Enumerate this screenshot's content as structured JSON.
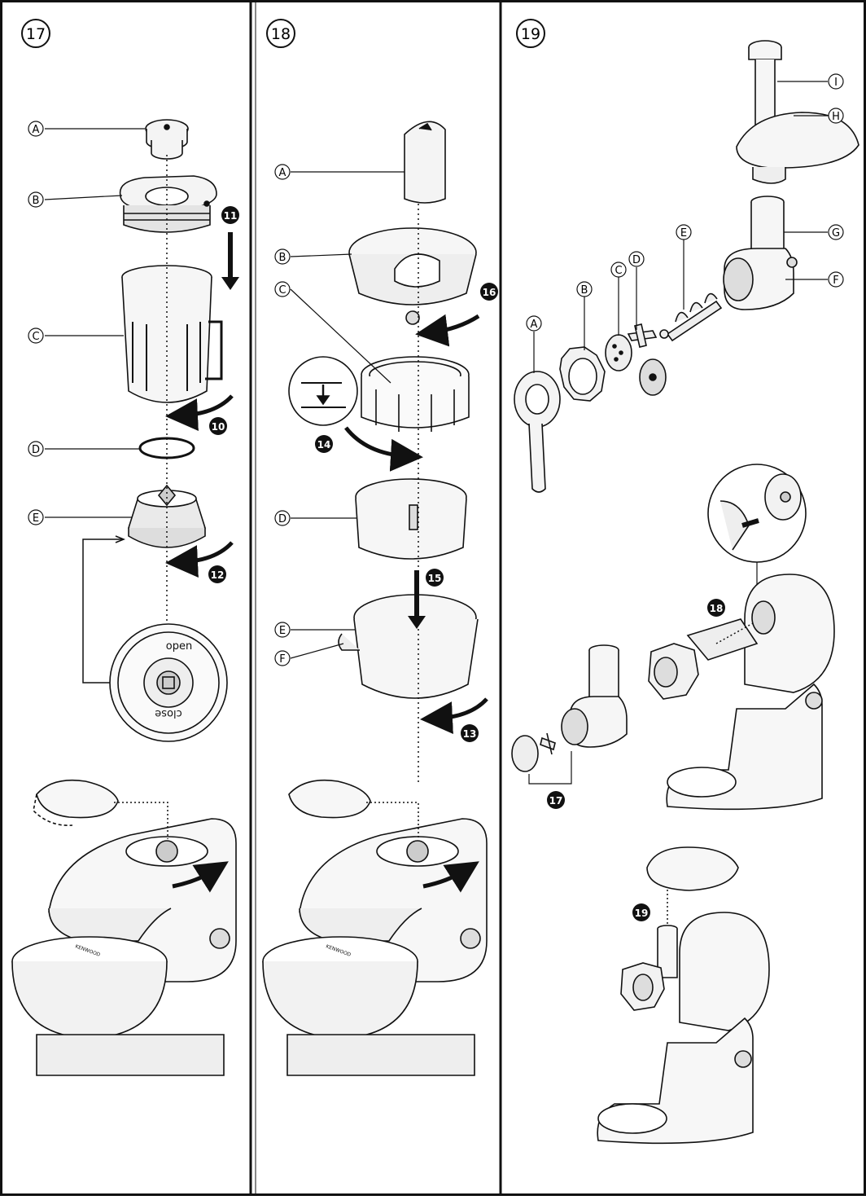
{
  "panels": [
    {
      "number": "17",
      "labels": [
        "A",
        "B",
        "C",
        "D",
        "E"
      ],
      "steps": [
        "11",
        "10",
        "12"
      ],
      "base_text": {
        "open": "open",
        "close": "close"
      },
      "brand": "KENWOOD"
    },
    {
      "number": "18",
      "labels": [
        "A",
        "B",
        "C",
        "D",
        "E",
        "F"
      ],
      "steps": [
        "16",
        "14",
        "15",
        "13"
      ],
      "brand": "KENWOOD"
    },
    {
      "number": "19",
      "labels": [
        "I",
        "H",
        "G",
        "F",
        "E",
        "D",
        "C",
        "B",
        "A"
      ],
      "steps": [
        "18",
        "17",
        "19"
      ]
    }
  ],
  "colors": {
    "line": "#1a1a1a",
    "fill_light": "#f2f2f2",
    "fill_mid": "#d8d8d8",
    "badge": "#111111"
  },
  "icons": [
    "down-arrow-icon",
    "curved-arrow-icon",
    "zoom-callout-icon"
  ]
}
